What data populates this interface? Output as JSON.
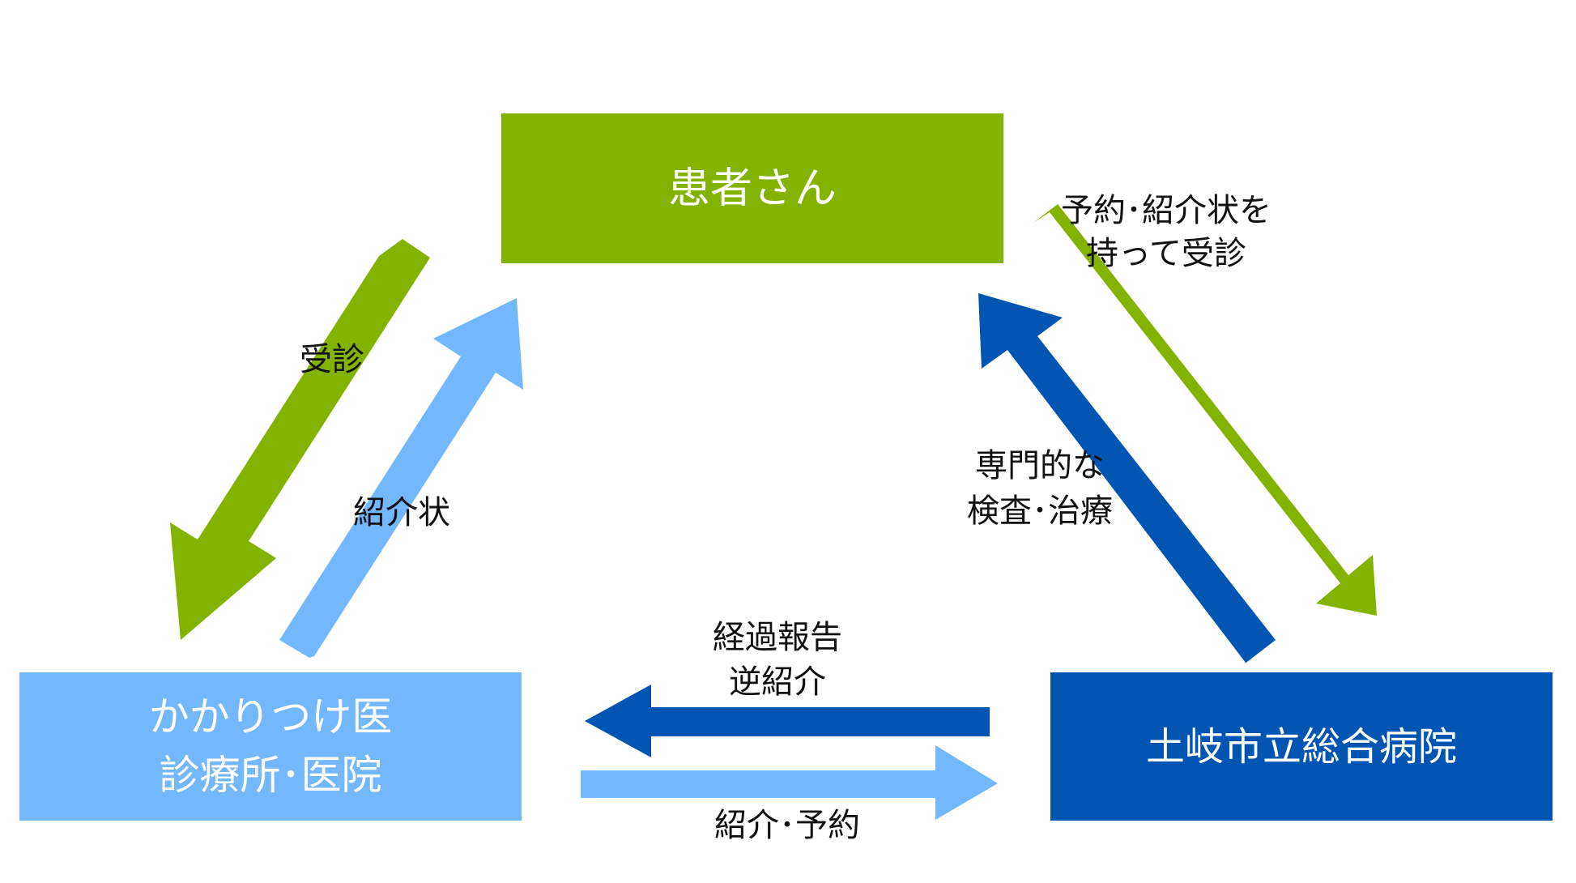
{
  "colors": {
    "green": "#84B200",
    "light_blue": "#73B7FF",
    "dark_blue": "#0055B3",
    "background": "#FFFFFF",
    "label_text": "#111111",
    "box_text": "#FFFFFF"
  },
  "nodes": {
    "patient": {
      "label": "患者さん"
    },
    "clinic": {
      "line1": "かかりつけ医",
      "line2": "診療所･医院"
    },
    "hospital": {
      "label": "土岐市立総合病院"
    }
  },
  "edges": {
    "patient_to_clinic": {
      "label": "受診"
    },
    "clinic_to_patient": {
      "label": "紹介状"
    },
    "patient_to_hospital": {
      "line1": "予約･紹介状を",
      "line2": "持って受診"
    },
    "hospital_to_patient": {
      "line1": "専門的な",
      "line2": "検査･治療"
    },
    "hospital_to_clinic": {
      "line1": "経過報告",
      "line2": "逆紹介"
    },
    "clinic_to_hospital": {
      "label": "紹介･予約"
    }
  }
}
